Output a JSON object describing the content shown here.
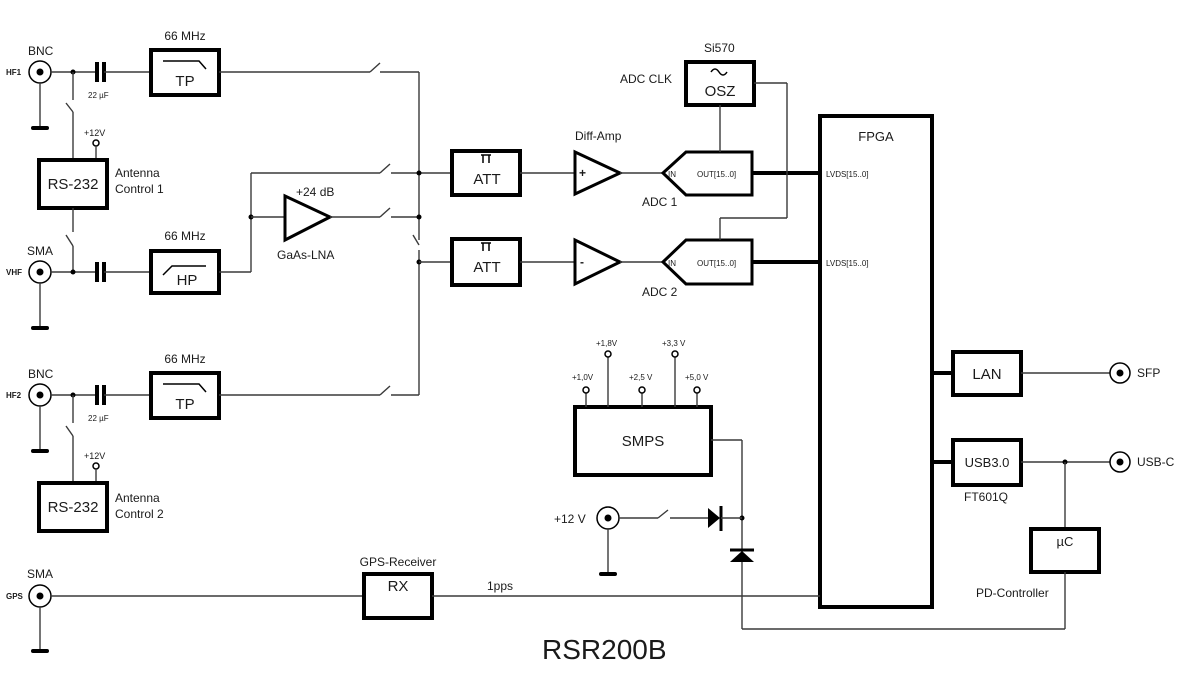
{
  "title": "RSR200B",
  "inputs": {
    "hf1": {
      "connector": "BNC",
      "port": "HF1",
      "cap": "22 µF",
      "filter_freq": "66 MHz",
      "filter": "TP",
      "supply": "+12V",
      "control": "RS-232",
      "control_label_1": "Antenna",
      "control_label_2": "Control 1"
    },
    "vhf": {
      "connector": "SMA",
      "port": "VHF",
      "filter_freq": "66 MHz",
      "filter": "HP"
    },
    "hf2": {
      "connector": "BNC",
      "port": "HF2",
      "cap": "22 µF",
      "filter_freq": "66 MHz",
      "filter": "TP",
      "supply": "+12V",
      "control": "RS-232",
      "control_label_1": "Antenna",
      "control_label_2": "Control 2"
    },
    "gps": {
      "connector": "SMA",
      "port": "GPS"
    }
  },
  "lna": {
    "gain": "+24 dB",
    "name": "GaAs-LNA"
  },
  "channels": [
    {
      "att": "ATT",
      "amp_sign": "+",
      "adc": "ADC 1",
      "adc_in": "IN",
      "adc_out": "OUT[15..0]",
      "fpga_in": "LVDS[15..0]"
    },
    {
      "att": "ATT",
      "amp_sign": "-",
      "adc": "ADC 2",
      "adc_in": "IN",
      "adc_out": "OUT[15..0]",
      "fpga_in": "LVDS[15..0]"
    }
  ],
  "diff_amp": "Diff-Amp",
  "osc": {
    "chip": "Si570",
    "label": "ADC CLK",
    "name": "OSZ",
    "symbol": "~"
  },
  "fpga": "FPGA",
  "smps": {
    "name": "SMPS",
    "rails": [
      "+1,0V",
      "+1,8V",
      "+2,5 V",
      "+3,3 V",
      "+5,0 V"
    ]
  },
  "power_in": "+12 V",
  "gps_rx": {
    "title": "GPS-Receiver",
    "name": "RX",
    "signal": "1pps"
  },
  "lan": {
    "name": "LAN",
    "port": "SFP"
  },
  "usb": {
    "name": "USB3.0",
    "chip": "FT601Q",
    "port": "USB-C"
  },
  "uc": {
    "name": "µC",
    "label": "PD-Controller"
  }
}
